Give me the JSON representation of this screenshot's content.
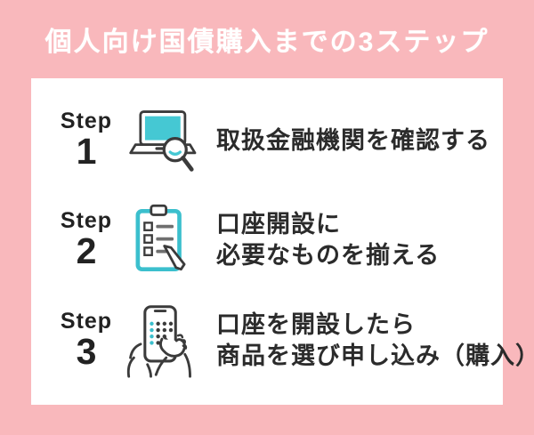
{
  "header": {
    "title": "個人向け国債購入までの3ステップ"
  },
  "steps": [
    {
      "label": "Step",
      "number": "1",
      "icon": "laptop-search-icon",
      "lines": [
        "取扱金融機関を確認する"
      ]
    },
    {
      "label": "Step",
      "number": "2",
      "icon": "clipboard-checklist-icon",
      "lines": [
        "口座開設に",
        "必要なものを揃える"
      ]
    },
    {
      "label": "Step",
      "number": "3",
      "icon": "smartphone-tap-icon",
      "lines": [
        "口座を開設したら",
        "商品を選び申し込み（購入）"
      ]
    }
  ],
  "colors": {
    "background_pink": "#f9b8bc",
    "card_white": "#ffffff",
    "title_white": "#ffffff",
    "text_dark": "#2b2b2b",
    "accent_teal": "#45c8d3",
    "outline_dark": "#3b3b3b"
  }
}
